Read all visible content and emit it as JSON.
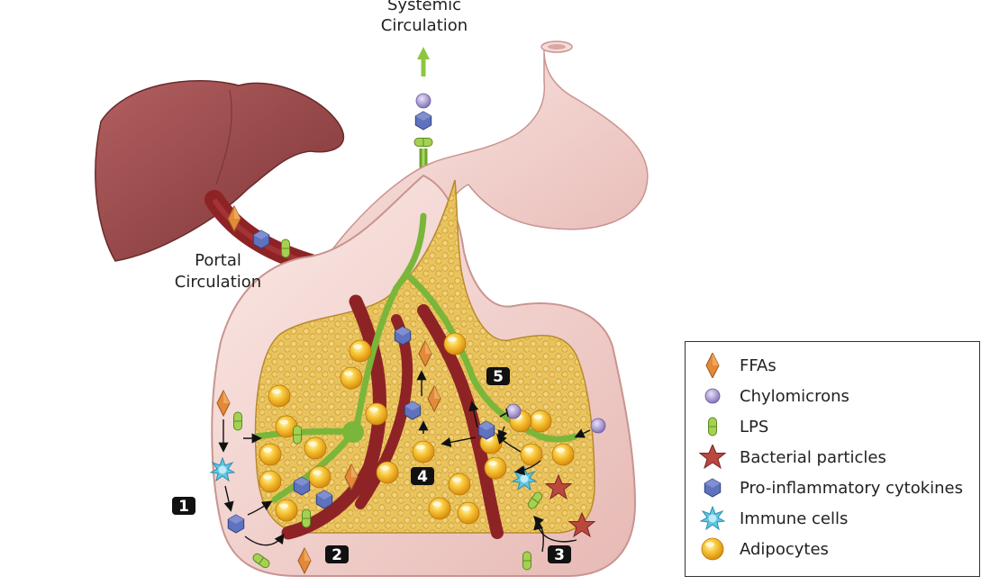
{
  "labels": {
    "systemic": [
      "Systemic",
      "Circulation"
    ],
    "portal": [
      "Portal",
      "Circulation"
    ]
  },
  "badges": [
    "1",
    "2",
    "3",
    "4",
    "5"
  ],
  "legend": [
    {
      "icon": "ffa-diamond-icon",
      "label": "FFAs"
    },
    {
      "icon": "chylomicron-icon",
      "label": "Chylomicrons"
    },
    {
      "icon": "lps-capsule-icon",
      "label": "LPS"
    },
    {
      "icon": "bacterial-star-icon",
      "label": "Bacterial particles"
    },
    {
      "icon": "cytokine-hexagon-icon",
      "label": "Pro-inflammatory cytokines"
    },
    {
      "icon": "immune-cell-icon",
      "label": "Immune cells"
    },
    {
      "icon": "adipocyte-icon",
      "label": "Adipocytes"
    }
  ],
  "colors": {
    "liver": "#9c4a4b",
    "vessel_red": "#8e2326",
    "vessel_green": "#8cc63f",
    "gut_wall": "#f3d6d3",
    "fat": "#e8c35a",
    "ffa": "#e08a3c",
    "chylomicron": "#a593cf",
    "lps": "#9ecb4a",
    "bacteria": "#b5463e",
    "cytokine": "#5c6fb8",
    "immune": "#5fc2df",
    "adipocyte": "#f2b520"
  }
}
